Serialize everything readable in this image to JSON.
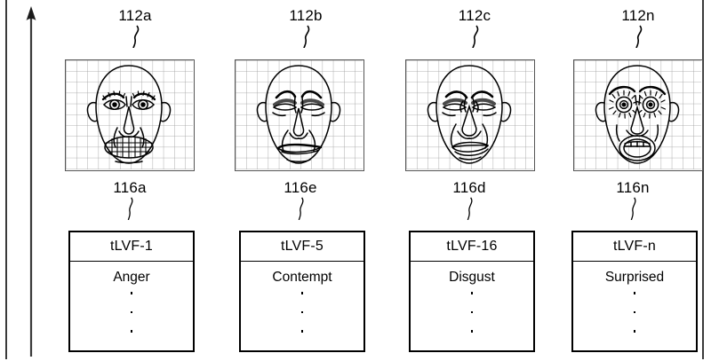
{
  "figure": {
    "type": "patent-diagram",
    "description": "Row of four gridded facial-expression images with corresponding tLVF label boxes",
    "flow_arrow": {
      "name": "upward-flow-arrow",
      "direction": "up"
    },
    "columns": [
      {
        "image_callout": "112a",
        "box_callout": "116a",
        "lvf_label": "tLVF-1",
        "emotion": "Anger",
        "ellipsis_dots": 3,
        "face": "anger-face"
      },
      {
        "image_callout": "112b",
        "box_callout": "116e",
        "lvf_label": "tLVF-5",
        "emotion": "Contempt",
        "ellipsis_dots": 3,
        "face": "contempt-face"
      },
      {
        "image_callout": "112c",
        "box_callout": "116d",
        "lvf_label": "tLVF-16",
        "emotion": "Disgust",
        "ellipsis_dots": 3,
        "face": "disgust-face"
      },
      {
        "image_callout": "112n",
        "box_callout": "116n",
        "lvf_label": "tLVF-n",
        "emotion": "Surprised",
        "ellipsis_dots": 3,
        "face": "surprised-face"
      }
    ]
  },
  "colors": {
    "ink": "#000000",
    "rule": "#3a3a3a",
    "grid": "#9a9a9a",
    "panel_border": "#555555",
    "background": "#ffffff"
  }
}
